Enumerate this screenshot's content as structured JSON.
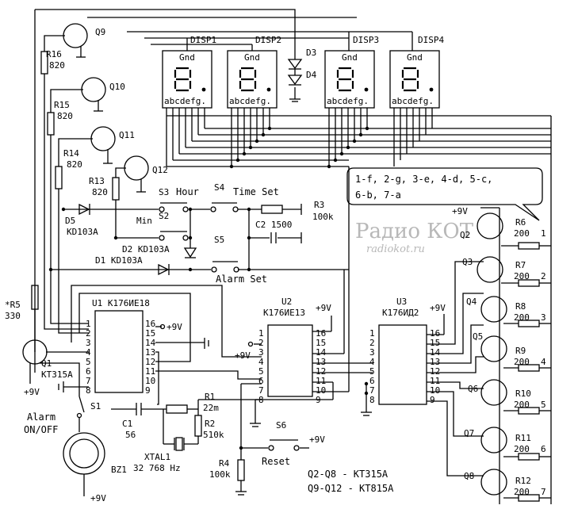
{
  "displays": [
    {
      "id": "DISP1",
      "pins": "abcdefg.",
      "gnd": "Gnd"
    },
    {
      "id": "DISP2",
      "pins": "abcdefg.",
      "gnd": "Gnd"
    },
    {
      "id": "DISP3",
      "pins": "abcdefg.",
      "gnd": "Gnd"
    },
    {
      "id": "DISP4",
      "pins": "abcdefg.",
      "gnd": "Gnd"
    }
  ],
  "diodes_top": [
    "D3",
    "D4"
  ],
  "transistors_left": [
    {
      "ref": "Q9",
      "r": "R16",
      "rv": "820"
    },
    {
      "ref": "Q10",
      "r": "R15",
      "rv": "820"
    },
    {
      "ref": "Q11",
      "r": "R14",
      "rv": "820"
    },
    {
      "ref": "Q12",
      "r": "R13",
      "rv": "820"
    }
  ],
  "switches": {
    "s3": "S3",
    "hour": "Hour",
    "s4": "S4",
    "timeset": "Time Set",
    "s2": "S2",
    "min": "Min",
    "s5": "S5",
    "alarmset": "Alarm Set",
    "s1": "S1",
    "alarm": "Alarm",
    "onoff": "ON/OFF",
    "s6": "S6",
    "reset": "Reset"
  },
  "diodes": {
    "d5": "D5",
    "d5t": "KD103A",
    "d2": "D2 KD103A",
    "d1": "D1 KD103A"
  },
  "parts": {
    "r3": "R3",
    "r3v": "100k",
    "c2": "C2 1500",
    "r5": "*R5",
    "r5v": "330",
    "q1": "Q1",
    "q1t": "KT315A",
    "r1": "R1",
    "r1v": "22m",
    "r2": "R2",
    "r2v": "510k",
    "c1": "C1",
    "c1v": "56",
    "xtal": "XTAL1",
    "xtalv": "32 768 Hz",
    "bz": "BZ1",
    "r4": "R4",
    "r4v": "100k"
  },
  "ics": {
    "u1": "U1 K176ИЕ18",
    "u2": "U2",
    "u2t": "K176ИЕ13",
    "u3": "U3",
    "u3t": "K176ИД2"
  },
  "supply": "+9V",
  "note": [
    "1-f, 2-g, 3-e, 4-d, 5-c,",
    "6-b, 7-a"
  ],
  "right_transistors": [
    {
      "q": "Q2",
      "r": "R6",
      "v": "200",
      "n": "1"
    },
    {
      "q": "Q3",
      "r": "R7",
      "v": "200",
      "n": "2"
    },
    {
      "q": "Q4",
      "r": "R8",
      "v": "200",
      "n": "3"
    },
    {
      "q": "Q5",
      "r": "R9",
      "v": "200",
      "n": "4"
    },
    {
      "q": "Q6",
      "r": "R10",
      "v": "200",
      "n": "5"
    },
    {
      "q": "Q7",
      "r": "R11",
      "v": "200",
      "n": "6"
    },
    {
      "q": "Q8",
      "r": "R12",
      "v": "200",
      "n": "7"
    }
  ],
  "legend": [
    "Q2-Q8   - KT315A",
    "Q9-Q12 - KT815A"
  ],
  "watermark": {
    "logo": "Радио КОТ",
    "url": "radiokot.ru"
  }
}
